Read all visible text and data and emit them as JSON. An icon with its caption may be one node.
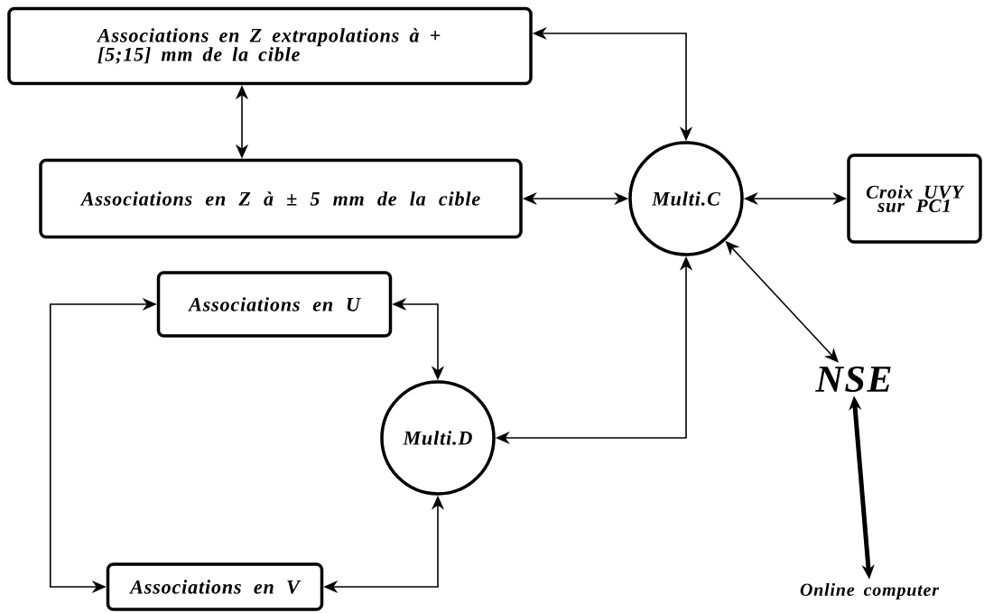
{
  "diagram": {
    "nodes": [
      {
        "text": [
          "Associations en Z extrapolations à + [5;15] mm de la cible"
        ]
      },
      {
        "text": [
          "Associations en Z à ± 5 mm de la cible"
        ]
      },
      {
        "text": [
          "Multi.C"
        ]
      },
      {
        "text": [
          "Croix UVY sur PC1"
        ]
      },
      {
        "text": [
          "Associations en U"
        ]
      },
      {
        "text": [
          "Multi.D"
        ]
      },
      {
        "text": [
          "Associations en V"
        ]
      },
      {
        "text": [
          "NSE"
        ]
      },
      {
        "text": [
          "Online computer"
        ]
      }
    ],
    "edges": [
      {
        "from": 0,
        "to": 1,
        "arrow": "both"
      },
      {
        "from": 2,
        "to": 0,
        "arrow": "both"
      },
      {
        "from": 1,
        "to": 2,
        "arrow": "both"
      },
      {
        "from": 2,
        "to": 3,
        "arrow": "both"
      },
      {
        "from": 2,
        "to": 7,
        "arrow": "both"
      },
      {
        "from": 5,
        "to": 2,
        "arrow": "both"
      },
      {
        "from": 4,
        "to": 5,
        "arrow": "both"
      },
      {
        "from": 6,
        "to": 5,
        "arrow": "both"
      },
      {
        "from": 4,
        "to": 6,
        "arrow": "both"
      },
      {
        "from": 7,
        "to": 8,
        "arrow": "both",
        "style": "thick"
      }
    ]
  }
}
